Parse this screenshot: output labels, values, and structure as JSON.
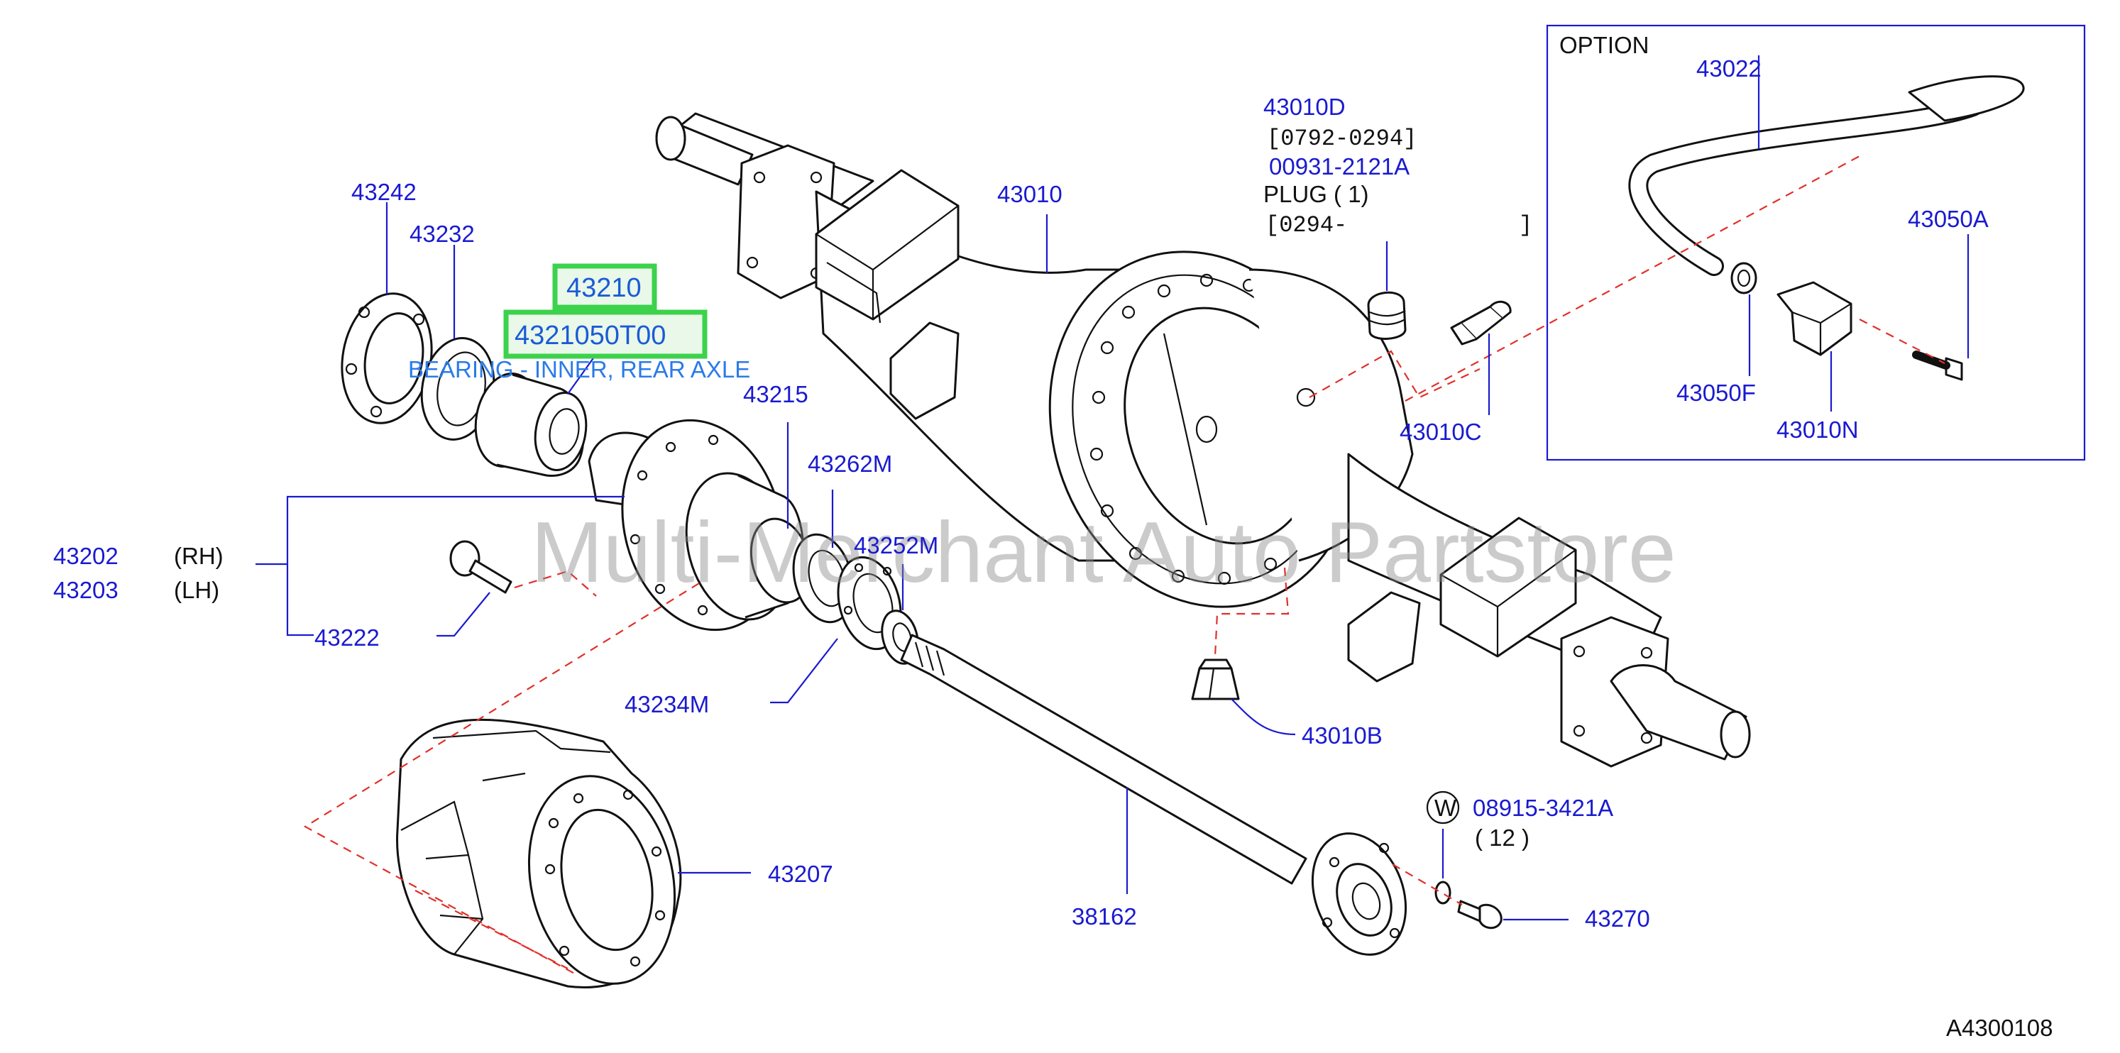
{
  "diagram": {
    "code": "A4300108",
    "option_label": "OPTION",
    "watermark": "Multi-Merchant Auto Partstore",
    "highlight": {
      "part_number": "43210",
      "oem_number": "4321050T00",
      "description": "BEARING - INNER, REAR AXLE"
    },
    "labels": {
      "p43242": "43242",
      "p43232": "43232",
      "p43215": "43215",
      "p43262M": "43262M",
      "p43252M": "43252M",
      "p43202": "43202",
      "rh": "(RH)",
      "p43203": "43203",
      "lh": "(LH)",
      "p43222": "43222",
      "p43234M": "43234M",
      "p43207": "43207",
      "p38162": "38162",
      "p43010": "43010",
      "p43010D": "43010D",
      "range1": "[0792-0294]",
      "p00931": "00931-2121A",
      "plug": "PLUG ( 1)",
      "range2": "[0294-",
      "range2_end": "]",
      "p43010C": "43010C",
      "p43010B": "43010B",
      "w_mark": "W",
      "p08915": "08915-3421A",
      "qty12": "( 12 )",
      "p43270": "43270",
      "p43022": "43022",
      "p43050A": "43050A",
      "p43050F": "43050F",
      "p43010N": "43010N"
    }
  }
}
